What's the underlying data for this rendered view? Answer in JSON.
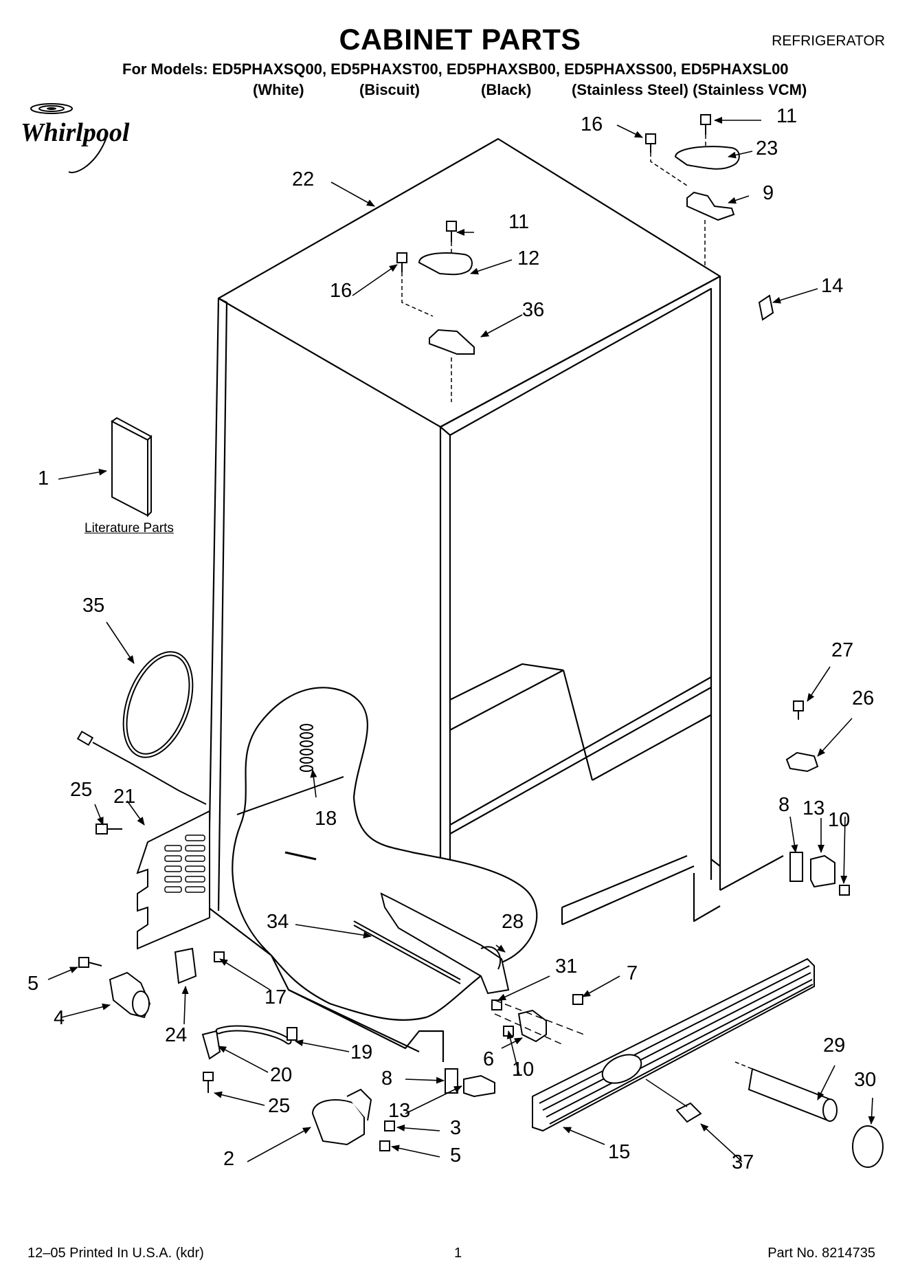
{
  "header": {
    "title": "CABINET PARTS",
    "appliance": "REFRIGERATOR",
    "models_line": "For Models: ED5PHAXSQ00, ED5PHAXST00, ED5PHAXSB00, ED5PHAXSS00, ED5PHAXSL00",
    "colors": [
      "(White)",
      "(Biscuit)",
      "(Black)",
      "(Stainless Steel) (Stainless VCM)"
    ],
    "brand": "Whirlpool"
  },
  "literature_label": "Literature Parts",
  "callouts": {
    "c1": "1",
    "c2": "2",
    "c3": "3",
    "c4": "4",
    "c5a": "5",
    "c5b": "5",
    "c6": "6",
    "c7": "7",
    "c8a": "8",
    "c8b": "8",
    "c9": "9",
    "c10a": "10",
    "c10b": "10",
    "c11a": "11",
    "c11b": "11",
    "c12": "12",
    "c13a": "13",
    "c13b": "13",
    "c14": "14",
    "c15": "15",
    "c16a": "16",
    "c16b": "16",
    "c17": "17",
    "c18": "18",
    "c19": "19",
    "c20": "20",
    "c21": "21",
    "c22": "22",
    "c23": "23",
    "c24": "24",
    "c25a": "25",
    "c25b": "25",
    "c26": "26",
    "c27": "27",
    "c28": "28",
    "c29": "29",
    "c30": "30",
    "c31": "31",
    "c34": "34",
    "c35": "35",
    "c36": "36",
    "c37": "37"
  },
  "footer": {
    "printed": "12–05 Printed In U.S.A. (kdr)",
    "page": "1",
    "part_no": "Part No. 8214735"
  }
}
